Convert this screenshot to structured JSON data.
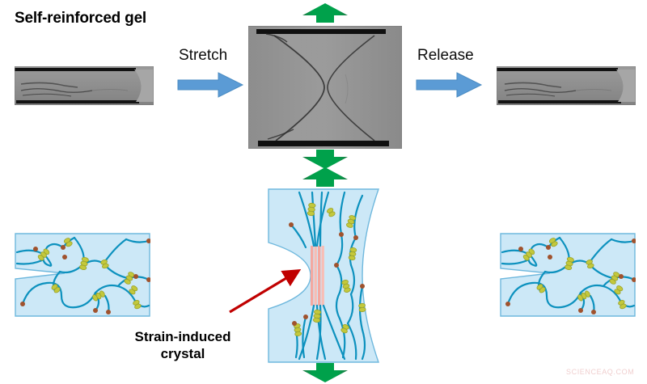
{
  "figure": {
    "title": "Self-reinforced gel",
    "watermark": "SCIENCEAQ.COM",
    "background_color": "#ffffff"
  },
  "labels": {
    "stretch": "Stretch",
    "release": "Release",
    "strain_induced_crystal_line1": "Strain-induced",
    "strain_induced_crystal_line2": "crystal"
  },
  "colors": {
    "blue_arrow": "#5B9BD5",
    "blue_arrow_edge": "#41719C",
    "green_arrow": "#00A14B",
    "green_arrow_dark": "#1F7A45",
    "red_pointer": "#C00000",
    "gel_fill": "#CCE8F7",
    "gel_stroke": "#6FB8DD",
    "polymer_chain": "#0C91BE",
    "crystal_bundle": "#C3C83C",
    "crystal_bundle_edge": "#9AA22B",
    "chain_endpoint": "#A0522D",
    "strain_crystal_stripe": "#F4A8A0",
    "photo_gel": "#8E8E8E",
    "photo_clamp": "#111111",
    "title_text": "#000000",
    "watermark_text": "#F0CFCF"
  },
  "panels": {
    "photo_relaxed_left": {
      "name": "relaxed gel specimen photograph",
      "state": "relaxed",
      "alt": "grayscale photograph of unstretched notched hydrogel strip held between black clamps"
    },
    "photo_stretched_center": {
      "name": "stretched gel specimen photograph",
      "state": "stretched",
      "alt": "grayscale photograph of hydrogel necked into an hourglass shape under tension"
    },
    "photo_relaxed_right": {
      "name": "released gel specimen photograph",
      "state": "released",
      "alt": "grayscale photograph of hydrogel recovered to its original relaxed shape"
    },
    "schematic_left": {
      "name": "relaxed network schematic",
      "state": "relaxed",
      "description": "coiled polymer chains with scattered crystalline bundles in a notched gel block"
    },
    "schematic_center": {
      "name": "stretched network schematic",
      "state": "stretched",
      "description": "chains aligned along the stretch direction with strain-induced crystal forming at the notch tip"
    },
    "schematic_right": {
      "name": "released network schematic",
      "state": "released",
      "description": "chains recoiled and crystals redispersed after release"
    }
  },
  "arrows": {
    "stretch_arrow": {
      "direction": "right",
      "color": "#5B9BD5"
    },
    "release_arrow": {
      "direction": "right",
      "color": "#5B9BD5"
    },
    "load_top_photo": {
      "direction": "up",
      "color": "#00A14B"
    },
    "load_bottom_photo": {
      "direction": "down",
      "color": "#00A14B"
    },
    "load_top_schematic": {
      "direction": "up",
      "color": "#00A14B"
    },
    "load_bottom_schematic": {
      "direction": "down",
      "color": "#00A14B"
    },
    "crystal_pointer": {
      "direction": "up-right",
      "color": "#C00000"
    }
  }
}
